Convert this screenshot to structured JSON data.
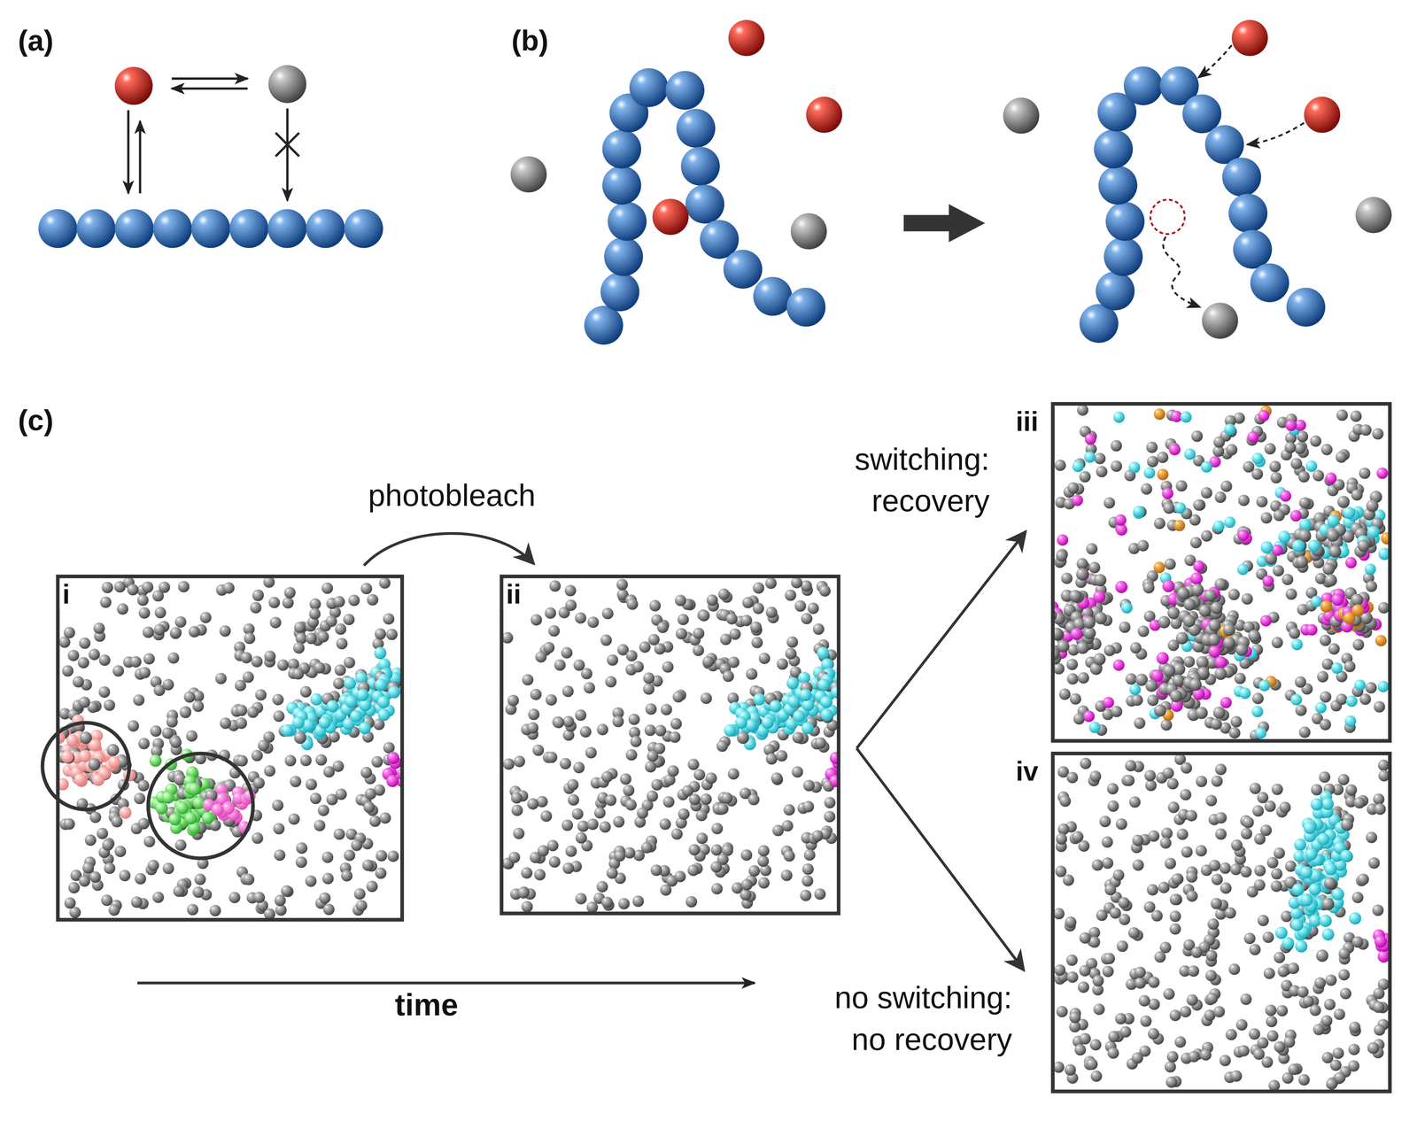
{
  "diagram": {
    "nodes": [
      {
        "text": [
          "i"
        ]
      },
      {
        "text": [
          "ii"
        ]
      },
      {
        "text": [
          "iii"
        ]
      },
      {
        "text": [
          "iv"
        ]
      }
    ],
    "edges": [
      {
        "from": 0,
        "to": 1,
        "label": "photobleach",
        "arrow": "to"
      },
      {
        "from": 1,
        "to": 2,
        "label": "switching: recovery",
        "arrow": "to"
      },
      {
        "from": 1,
        "to": 3,
        "label": "no switching: no recovery",
        "arrow": "to"
      }
    ],
    "labels": [
      "(a)",
      "(b)",
      "(c)",
      "time"
    ]
  }
}
